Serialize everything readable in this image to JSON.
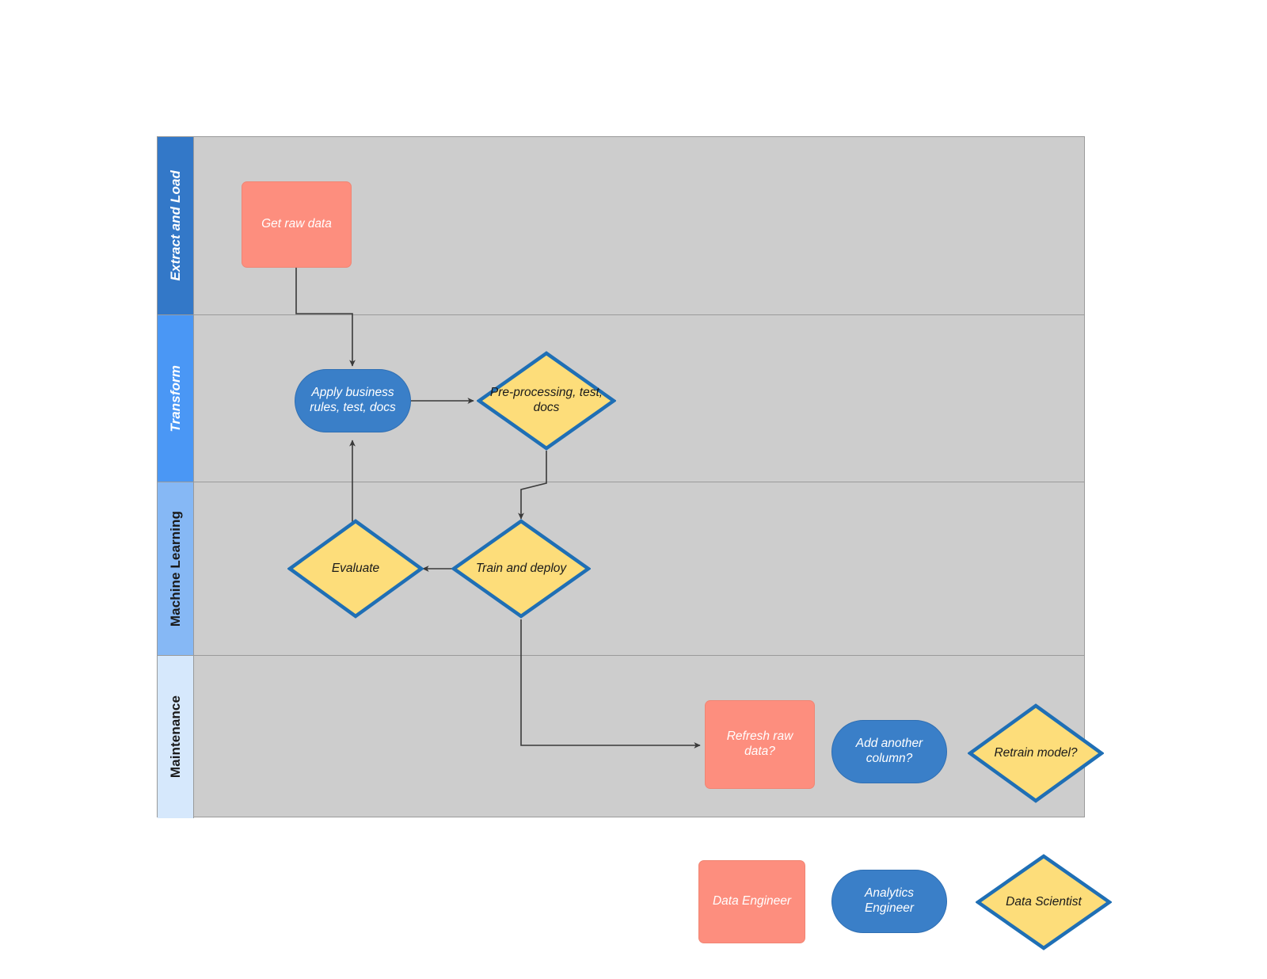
{
  "diagram": {
    "type": "swimlane-flowchart",
    "title": "",
    "pool": {
      "background": "#cdcdcd",
      "border": "#9a9a9a"
    }
  },
  "lanes": [
    {
      "id": "extract-and-load",
      "label": "Extract and Load",
      "header_color": "#3378c8",
      "text_color": "#ffffff",
      "italic": true
    },
    {
      "id": "transform",
      "label": "Transform",
      "header_color": "#4a97f5",
      "text_color": "#ffffff",
      "italic": true
    },
    {
      "id": "machine-learning",
      "label": "Machine Learning",
      "header_color": "#86b8f5",
      "text_color": "#1a1a1a",
      "italic": false
    },
    {
      "id": "maintenance",
      "label": "Maintenance",
      "header_color": "#d6e8fc",
      "text_color": "#1a1a1a",
      "italic": false
    }
  ],
  "nodes": [
    {
      "id": "get-raw-data",
      "label": "Get raw data",
      "shape": "process",
      "lane": "extract-and-load"
    },
    {
      "id": "apply-rules",
      "label": "Apply business rules, test, docs",
      "shape": "terminator",
      "lane": "transform"
    },
    {
      "id": "pre-processing",
      "label": "Pre-processing, test, docs",
      "shape": "decision",
      "lane": "transform"
    },
    {
      "id": "evaluate",
      "label": "Evaluate",
      "shape": "decision",
      "lane": "machine-learning"
    },
    {
      "id": "train-and-deploy",
      "label": "Train and deploy",
      "shape": "decision",
      "lane": "machine-learning"
    },
    {
      "id": "refresh-raw-data",
      "label": "Refresh raw data?",
      "shape": "process",
      "lane": "maintenance"
    },
    {
      "id": "add-another-column",
      "label": "Add another column?",
      "shape": "terminator",
      "lane": "maintenance"
    },
    {
      "id": "retrain-model",
      "label": "Retrain model?",
      "shape": "decision",
      "lane": "maintenance"
    }
  ],
  "edges": [
    {
      "from": "get-raw-data",
      "to": "apply-rules",
      "label": ""
    },
    {
      "from": "apply-rules",
      "to": "pre-processing",
      "label": ""
    },
    {
      "from": "pre-processing",
      "to": "train-and-deploy",
      "label": ""
    },
    {
      "from": "train-and-deploy",
      "to": "evaluate",
      "label": ""
    },
    {
      "from": "evaluate",
      "to": "apply-rules",
      "label": ""
    },
    {
      "from": "train-and-deploy",
      "to": "refresh-raw-data",
      "label": ""
    }
  ],
  "legend": {
    "items": [
      {
        "id": "data-engineer",
        "label": "Data Engineer",
        "shape": "process",
        "color": "#fd8e7e"
      },
      {
        "id": "analytics-engineer",
        "label": "Analytics Engineer",
        "shape": "terminator",
        "color": "#3a7fc8"
      },
      {
        "id": "data-scientist",
        "label": "Data Scientist",
        "shape": "decision",
        "color": "#fddd7a"
      }
    ]
  },
  "colors": {
    "process_fill": "#fd8e7e",
    "terminator_fill": "#3a7fc8",
    "decision_fill": "#fddd7a",
    "decision_stroke": "#1f6fb5",
    "lane_background": "#cdcdcd",
    "connector": "#3a3a3a"
  }
}
